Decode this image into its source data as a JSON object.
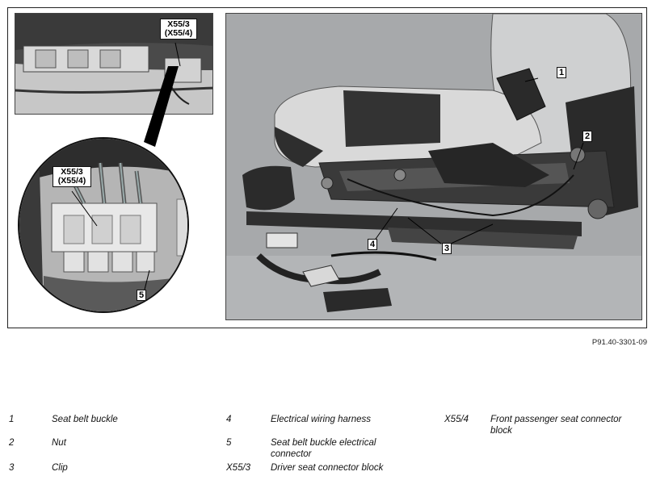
{
  "callouts": {
    "c1": "1",
    "c2": "2",
    "c3": "3",
    "c4": "4",
    "c5": "5",
    "inset_top": "X55/3",
    "inset_bottom": "(X55/4)",
    "zoom_top": "X55/3",
    "zoom_bottom": "(X55/4)"
  },
  "figure_id": "P91.40-3301-09",
  "legend": [
    {
      "num": "1",
      "text": "Seat belt buckle"
    },
    {
      "num": "2",
      "text": "Nut"
    },
    {
      "num": "3",
      "text": "Clip"
    },
    {
      "num": "4",
      "text": "Electrical wiring harness"
    },
    {
      "num": "5",
      "text": "Seat belt buckle electrical connector"
    },
    {
      "num": "X55/3",
      "text": "Driver seat connector block"
    },
    {
      "num": "X55/4",
      "text": "Front passenger seat connector block"
    }
  ]
}
